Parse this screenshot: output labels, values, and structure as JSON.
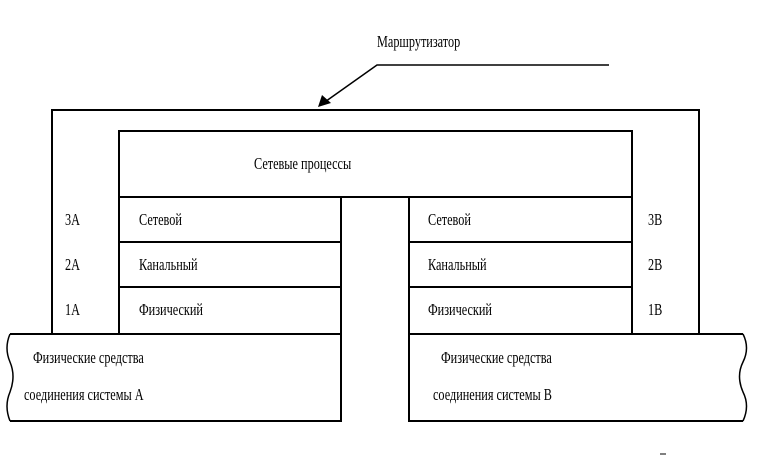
{
  "router": {
    "label": "Маршрутизатор"
  },
  "network_processes": {
    "label": "Сетевые процессы"
  },
  "system_a": {
    "layers": [
      {
        "id": "3A",
        "name": "Сетевой"
      },
      {
        "id": "2A",
        "name": "Канальный"
      },
      {
        "id": "1A",
        "name": "Физический"
      }
    ],
    "medium": {
      "line1": "Физические средства",
      "line2": "соединения системы А"
    }
  },
  "system_b": {
    "layers": [
      {
        "id": "3B",
        "name": "Сетевой"
      },
      {
        "id": "2B",
        "name": "Канальный"
      },
      {
        "id": "1B",
        "name": "Физический"
      }
    ],
    "medium": {
      "line1": "Физические средства",
      "line2": "соединения системы В"
    }
  }
}
